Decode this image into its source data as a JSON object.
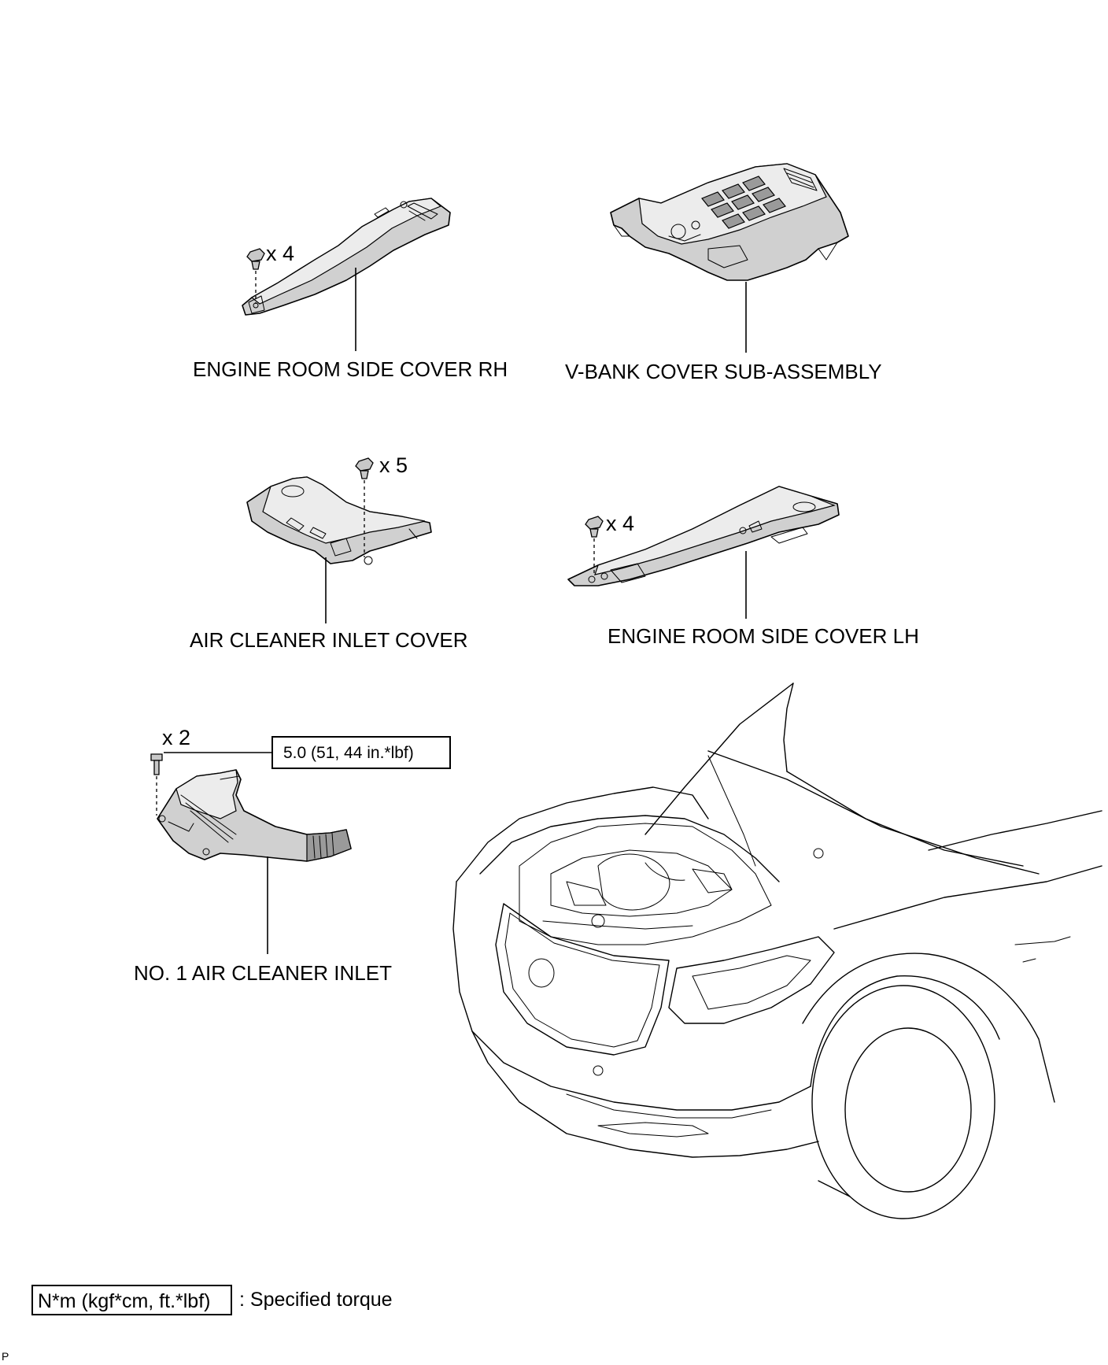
{
  "parts": {
    "engine_room_side_cover_rh": "ENGINE ROOM SIDE COVER RH",
    "v_bank_cover": "V-BANK COVER SUB-ASSEMBLY",
    "air_cleaner_inlet_cover": "AIR CLEANER INLET COVER",
    "engine_room_side_cover_lh": "ENGINE ROOM SIDE COVER LH",
    "no1_air_cleaner_inlet": "NO. 1 AIR CLEANER INLET"
  },
  "quantities": {
    "rh_clips": "x 4",
    "inlet_cover_clips": "x 5",
    "lh_clips": "x 4",
    "inlet_bolts": "x 2"
  },
  "torque": {
    "value": "5.0 (51, 44 in.*lbf)"
  },
  "legend": {
    "unit_box": "N*m (kgf*cm, ft.*lbf)",
    "description": ": Specified torque"
  },
  "corner_code": "P"
}
